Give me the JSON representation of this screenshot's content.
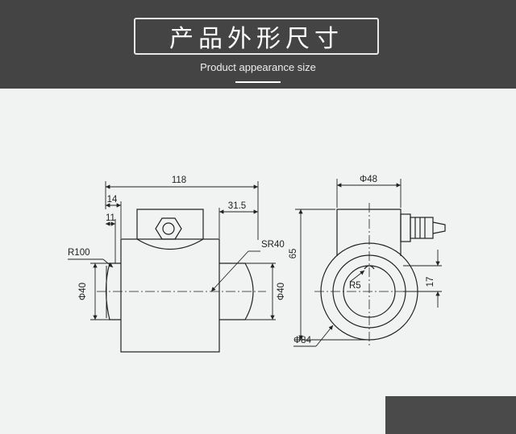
{
  "header": {
    "title": "产品外形尺寸",
    "subtitle": "Product appearance size"
  },
  "dimensions": {
    "overall_length": "118",
    "offset_14": "14",
    "offset_11": "11",
    "stub_length": "31.5",
    "radius_left": "R100",
    "sphere_radius": "SR40",
    "shaft_dia_left": "Φ40",
    "shaft_dia_right": "Φ40",
    "boss_dia": "Φ48",
    "height": "65",
    "inner_radius": "R5",
    "offset_17": "17",
    "outer_dia": "Φ84"
  },
  "colors": {
    "banner": "#444444",
    "background": "#f1f2f2",
    "line": "#222222"
  }
}
